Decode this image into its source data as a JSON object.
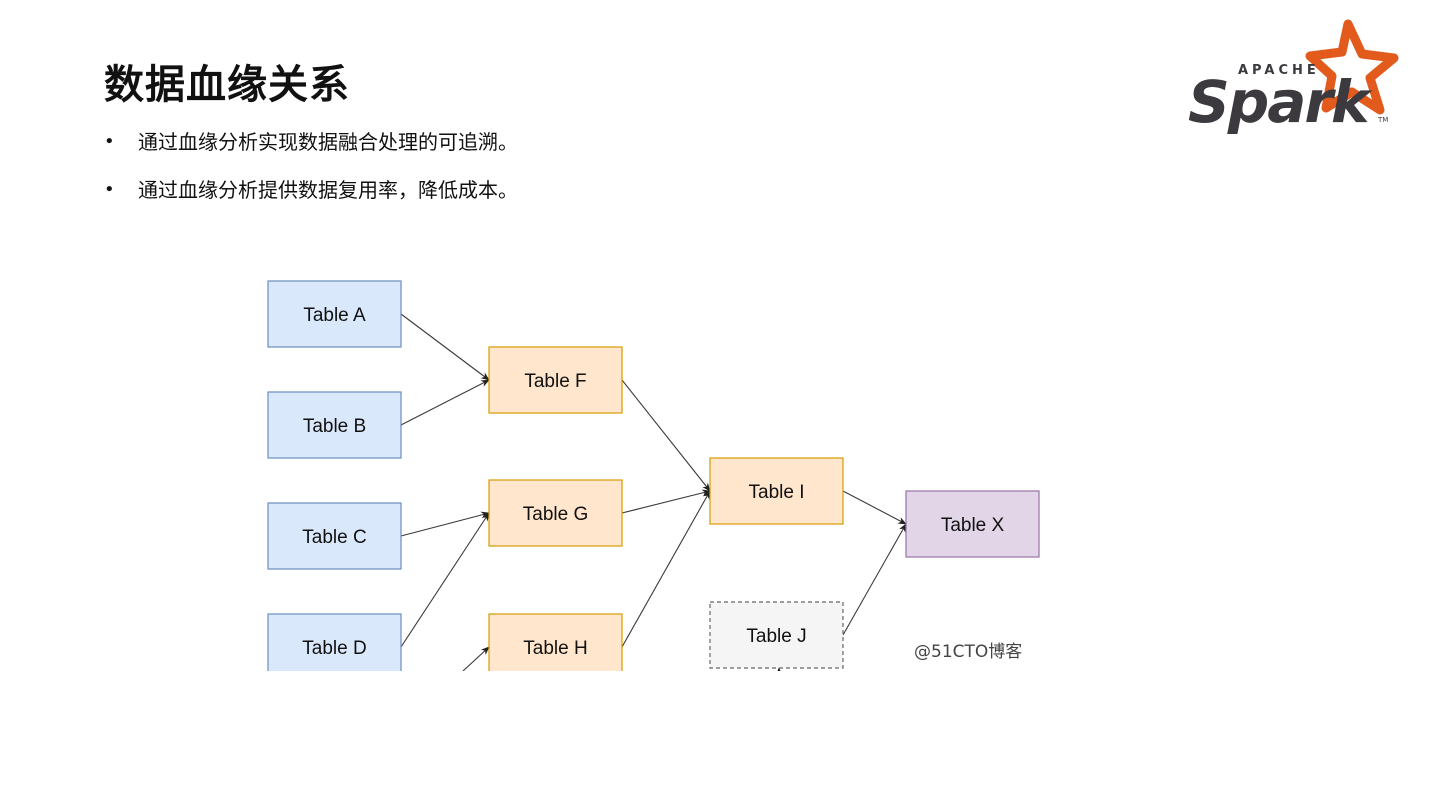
{
  "slide": {
    "title": "数据血缘关系",
    "bullets": [
      "通过血缘分析实现数据融合处理的可追溯。",
      "通过血缘分析提供数据复用率，降低成本。"
    ],
    "bullet_marker": "•"
  },
  "logo": {
    "word": "Spark",
    "tagline": "APACHE",
    "tm": "TM",
    "colors": {
      "text": "#3c3a3e",
      "star": "#e25a1c"
    }
  },
  "diagram": {
    "nodes": [
      {
        "id": "A",
        "label": "Table A",
        "kind": "source"
      },
      {
        "id": "B",
        "label": "Table B",
        "kind": "source"
      },
      {
        "id": "C",
        "label": "Table C",
        "kind": "source"
      },
      {
        "id": "D",
        "label": "Table D",
        "kind": "source"
      },
      {
        "id": "F",
        "label": "Table F",
        "kind": "intermediate"
      },
      {
        "id": "G",
        "label": "Table G",
        "kind": "intermediate"
      },
      {
        "id": "H",
        "label": "Table H",
        "kind": "intermediate"
      },
      {
        "id": "I",
        "label": "Table I",
        "kind": "intermediate"
      },
      {
        "id": "J",
        "label": "Table J",
        "kind": "external"
      },
      {
        "id": "X",
        "label": "Table X",
        "kind": "target"
      }
    ],
    "edges": [
      [
        "A",
        "F"
      ],
      [
        "B",
        "F"
      ],
      [
        "C",
        "G"
      ],
      [
        "D",
        "G"
      ],
      [
        "F",
        "I"
      ],
      [
        "G",
        "I"
      ],
      [
        "H",
        "I"
      ],
      [
        "I",
        "X"
      ],
      [
        "J",
        "X"
      ]
    ],
    "colors": {
      "source": {
        "fill": "#dae8fc",
        "stroke": "#6c8ebf"
      },
      "intermediate": {
        "fill": "#ffe6cc",
        "stroke": "#d79b00"
      },
      "target": {
        "fill": "#e1d5e7",
        "stroke": "#9673a6"
      },
      "external": {
        "fill": "#f5f5f5",
        "stroke": "#666666"
      }
    },
    "watermark": "@51CTO博客"
  }
}
